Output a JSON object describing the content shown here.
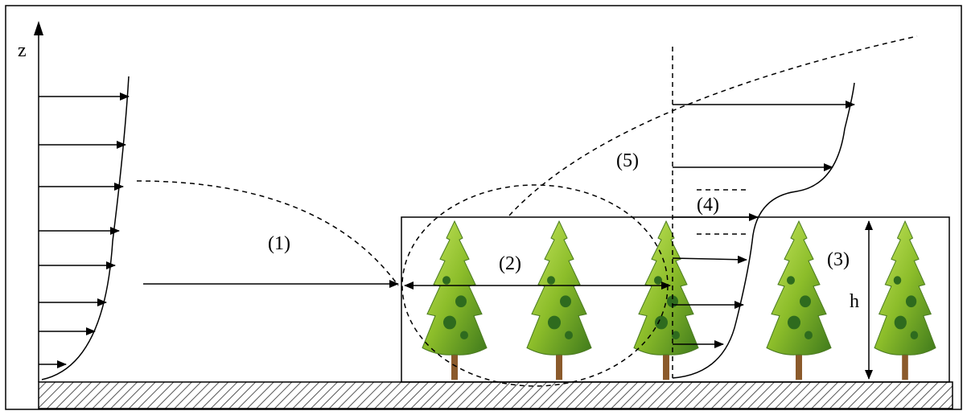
{
  "labels": {
    "z_axis": "z",
    "region_1": "(1)",
    "region_2": "(2)",
    "region_3": "(3)",
    "region_4": "(4)",
    "region_5": "(5)",
    "canopy_height": "h"
  },
  "colors": {
    "line": "#000000",
    "ground_hatch": "#555555",
    "tree_light": "#9acd32",
    "tree_dark": "#2e6b1e",
    "trunk": "#8b5a2b"
  },
  "trees": [
    {
      "id": "tree-1"
    },
    {
      "id": "tree-2"
    },
    {
      "id": "tree-3"
    },
    {
      "id": "tree-4"
    },
    {
      "id": "tree-5"
    }
  ]
}
